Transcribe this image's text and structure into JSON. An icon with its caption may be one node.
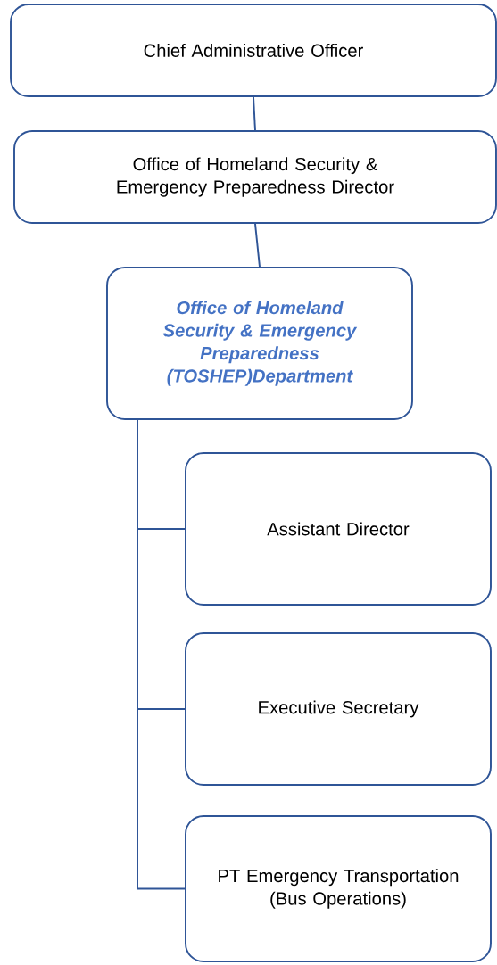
{
  "diagram": {
    "nodes": [
      {
        "text": [
          "Chief Administrative Officer"
        ]
      },
      {
        "text": [
          "Office of Homeland Security & Emergency Preparedness Director"
        ]
      },
      {
        "text": [
          "Office of Homeland Security & Emergency Preparedness (TOSHEP)Department"
        ]
      },
      {
        "text": [
          "Assistant Director"
        ]
      },
      {
        "text": [
          "Executive Secretary"
        ]
      },
      {
        "text": [
          "PT Emergency Transportation (Bus Operations)"
        ]
      }
    ],
    "edges": [
      {
        "from": 0,
        "to": 1,
        "arrow": "none"
      },
      {
        "from": 1,
        "to": 2,
        "arrow": "none"
      },
      {
        "from": 2,
        "to": 3,
        "arrow": "none"
      },
      {
        "from": 2,
        "to": 4,
        "arrow": "none"
      },
      {
        "from": 2,
        "to": 5,
        "arrow": "none"
      }
    ]
  }
}
